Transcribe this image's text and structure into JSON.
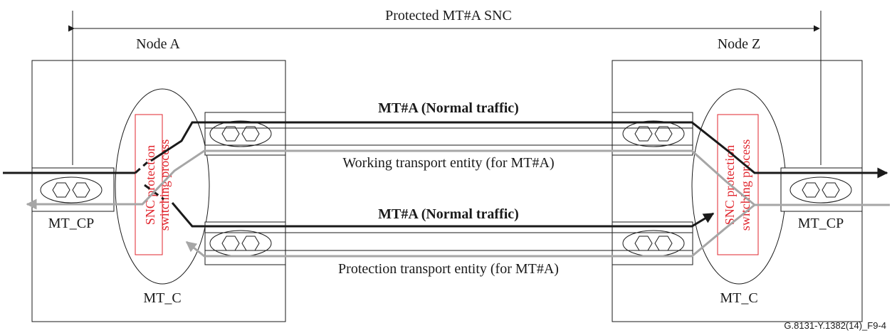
{
  "snc_label": "Protected MT#A SNC",
  "node_a": {
    "title": "Node A",
    "cp_label": "MT_CP",
    "c_label": "MT_C",
    "process_line1": "SNC protection",
    "process_line2": "switching process"
  },
  "node_z": {
    "title": "Node Z",
    "cp_label": "MT_CP",
    "c_label": "MT_C",
    "process_line1": "SNC protection",
    "process_line2": "switching process"
  },
  "traffic_top": "MT#A (Normal traffic)",
  "traffic_bottom": "MT#A (Normal traffic)",
  "working_entity": "Working transport entity (for MT#A)",
  "protection_entity": "Protection transport entity (for MT#A)",
  "figure_id": "G.8131-Y.1382(14)_F9-4",
  "colors": {
    "normal_traffic": "#1a1a1a",
    "reverse_traffic": "#a6a6a6",
    "process_box": "#e0262e"
  }
}
